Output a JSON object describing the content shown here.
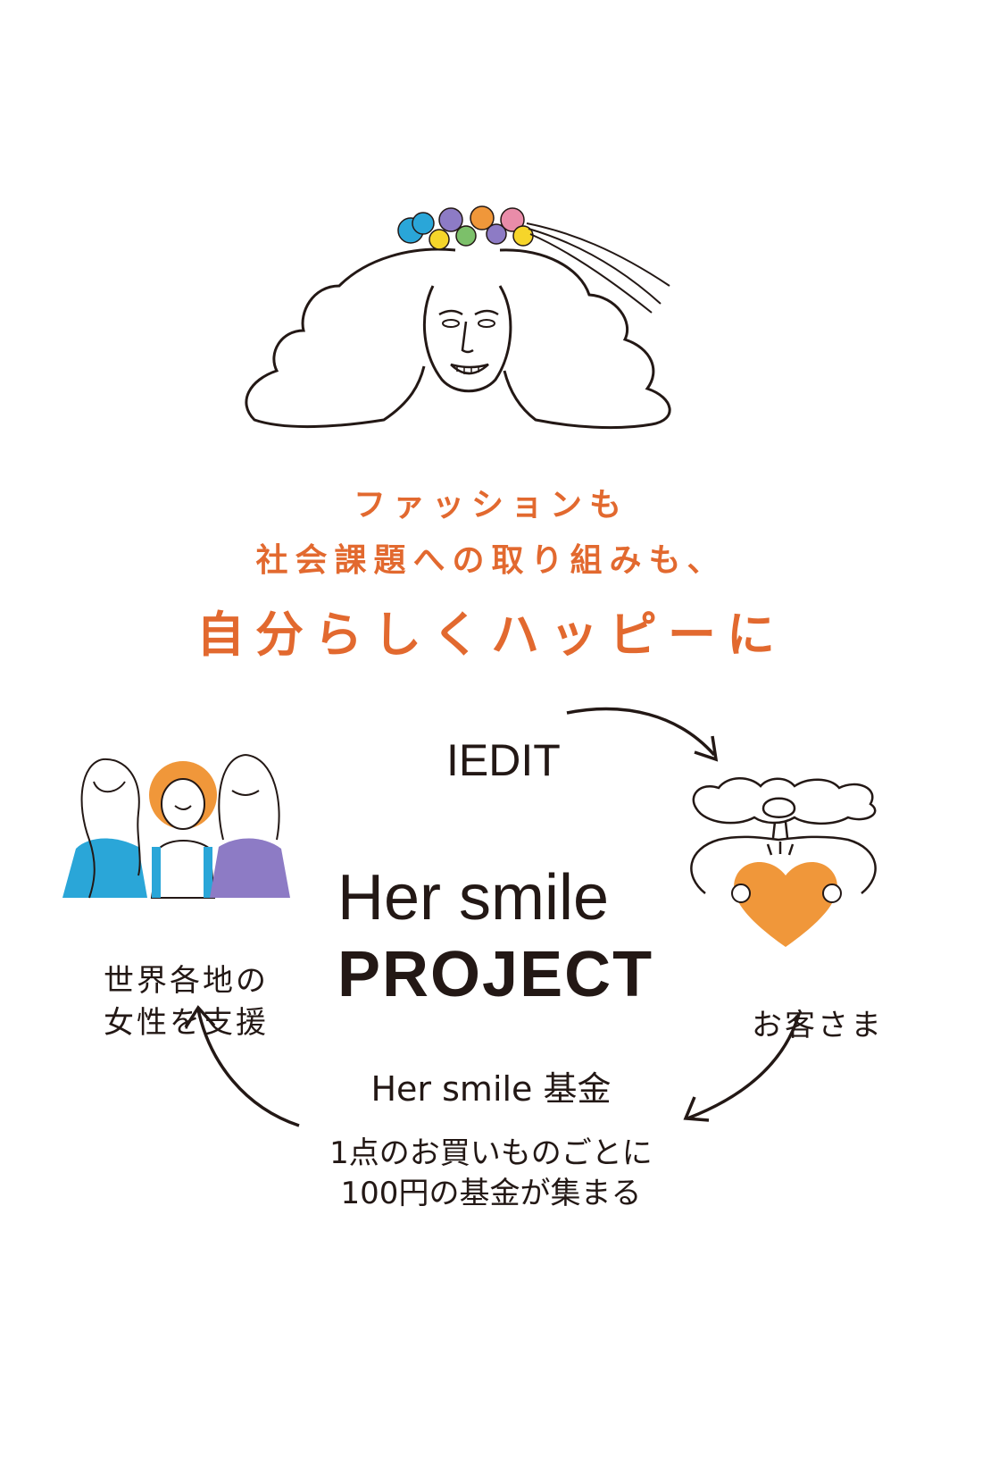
{
  "colors": {
    "accent_orange": "#e2692f",
    "heart_orange": "#f0973a",
    "blue": "#2aa6d8",
    "purple": "#8d7bc5",
    "text": "#231815"
  },
  "headline": {
    "line1": "ファッションも",
    "line2": "社会課題への取り組みも、",
    "line3": "自分らしくハッピーに"
  },
  "cycle": {
    "brand": "IEDIT",
    "project_line1": "Her smile",
    "project_line2": "PROJECT",
    "fund_name": "Her smile 基金",
    "fund_desc_line1": "1点のお買いものごとに",
    "fund_desc_line2": "100円の基金が集まる",
    "customer_label": "お客さま",
    "support_line1": "世界各地の",
    "support_line2": "女性を支援"
  },
  "icons": {
    "top": "woman-with-flower-crown-icon",
    "right": "customer-holding-heart-icon",
    "left": "three-women-icon",
    "arrows": "cycle-arrow-icon"
  }
}
